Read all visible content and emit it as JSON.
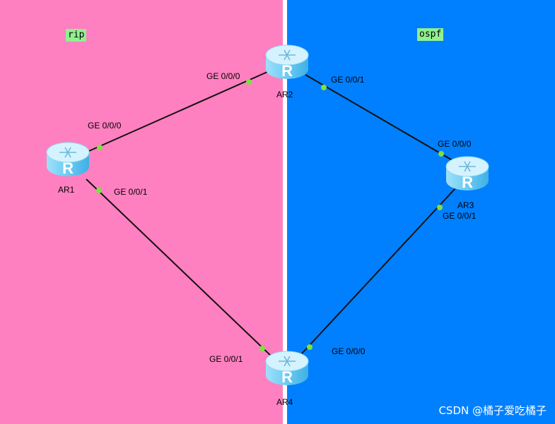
{
  "zones": {
    "left": {
      "label": "rip",
      "color": "#ff80c0"
    },
    "right": {
      "label": "ospf",
      "color": "#0080ff"
    }
  },
  "routers": {
    "ar1": {
      "name": "AR1",
      "icon": "router-icon",
      "glyph": "R"
    },
    "ar2": {
      "name": "AR2",
      "icon": "router-icon",
      "glyph": "R"
    },
    "ar3": {
      "name": "AR3",
      "icon": "router-icon",
      "glyph": "R"
    },
    "ar4": {
      "name": "AR4",
      "icon": "router-icon",
      "glyph": "R"
    }
  },
  "ports": {
    "ar1_g0": "GE 0/0/0",
    "ar1_g1": "GE 0/0/1",
    "ar2_g0": "GE 0/0/0",
    "ar2_g1": "GE 0/0/1",
    "ar3_g0": "GE 0/0/0",
    "ar3_g1": "GE 0/0/1",
    "ar4_g0": "GE 0/0/0",
    "ar4_g1": "GE 0/0/1"
  },
  "links": [
    {
      "from": "AR1",
      "to": "AR2",
      "from_port": "GE 0/0/0",
      "to_port": "GE 0/0/0"
    },
    {
      "from": "AR2",
      "to": "AR3",
      "from_port": "GE 0/0/1",
      "to_port": "GE 0/0/0"
    },
    {
      "from": "AR3",
      "to": "AR4",
      "from_port": "GE 0/0/1",
      "to_port": "GE 0/0/0"
    },
    {
      "from": "AR1",
      "to": "AR4",
      "from_port": "GE 0/0/1",
      "to_port": "GE 0/0/1"
    }
  ],
  "colors": {
    "link": "#111111",
    "port_dot": "#80e040",
    "router_top": "#c8f0ff",
    "router_body": "#7cd0f4"
  },
  "watermark": "CSDN @橘子爱吃橘子"
}
